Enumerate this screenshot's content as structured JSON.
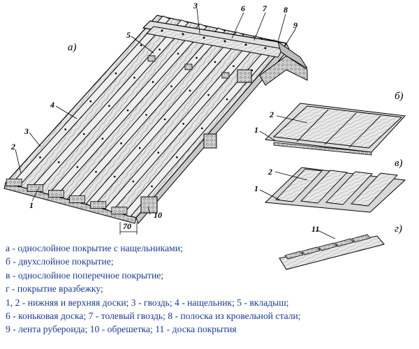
{
  "figure": {
    "view_labels": [
      "а)",
      "б)",
      "в)",
      "г)"
    ],
    "main_view_callouts": [
      "3",
      "6",
      "7",
      "8",
      "9",
      "5",
      "4",
      "3",
      "2",
      "1",
      "70",
      "10"
    ],
    "view_b_callouts": [
      "2",
      "1"
    ],
    "view_v_callouts": [
      "2",
      "1"
    ],
    "view_g_callouts": [
      "11"
    ]
  },
  "legend": [
    "а - однослойное покрытие с нащельниками;",
    "б - двухслойное покрытие;",
    "в - однослойное поперечное покрытие;",
    "г - покрытие вразбежку;",
    "1, 2 - нижняя и верхняя доски; 3 - гвоздь; 4 - нащельник; 5 - вкладыш;",
    "6 - коньковая доска; 7 - толевый гвоздь; 8 - полоска из кровельной стали;",
    "9 - лента рубероида; 10 - обрешетка; 11 - доска покрытия"
  ],
  "colors": {
    "legend_text": "#173a8f",
    "line": "#000000",
    "wood_light": "#ececec",
    "wood_mid": "#d4d4d4",
    "wood_dark": "#b0b0b0"
  }
}
